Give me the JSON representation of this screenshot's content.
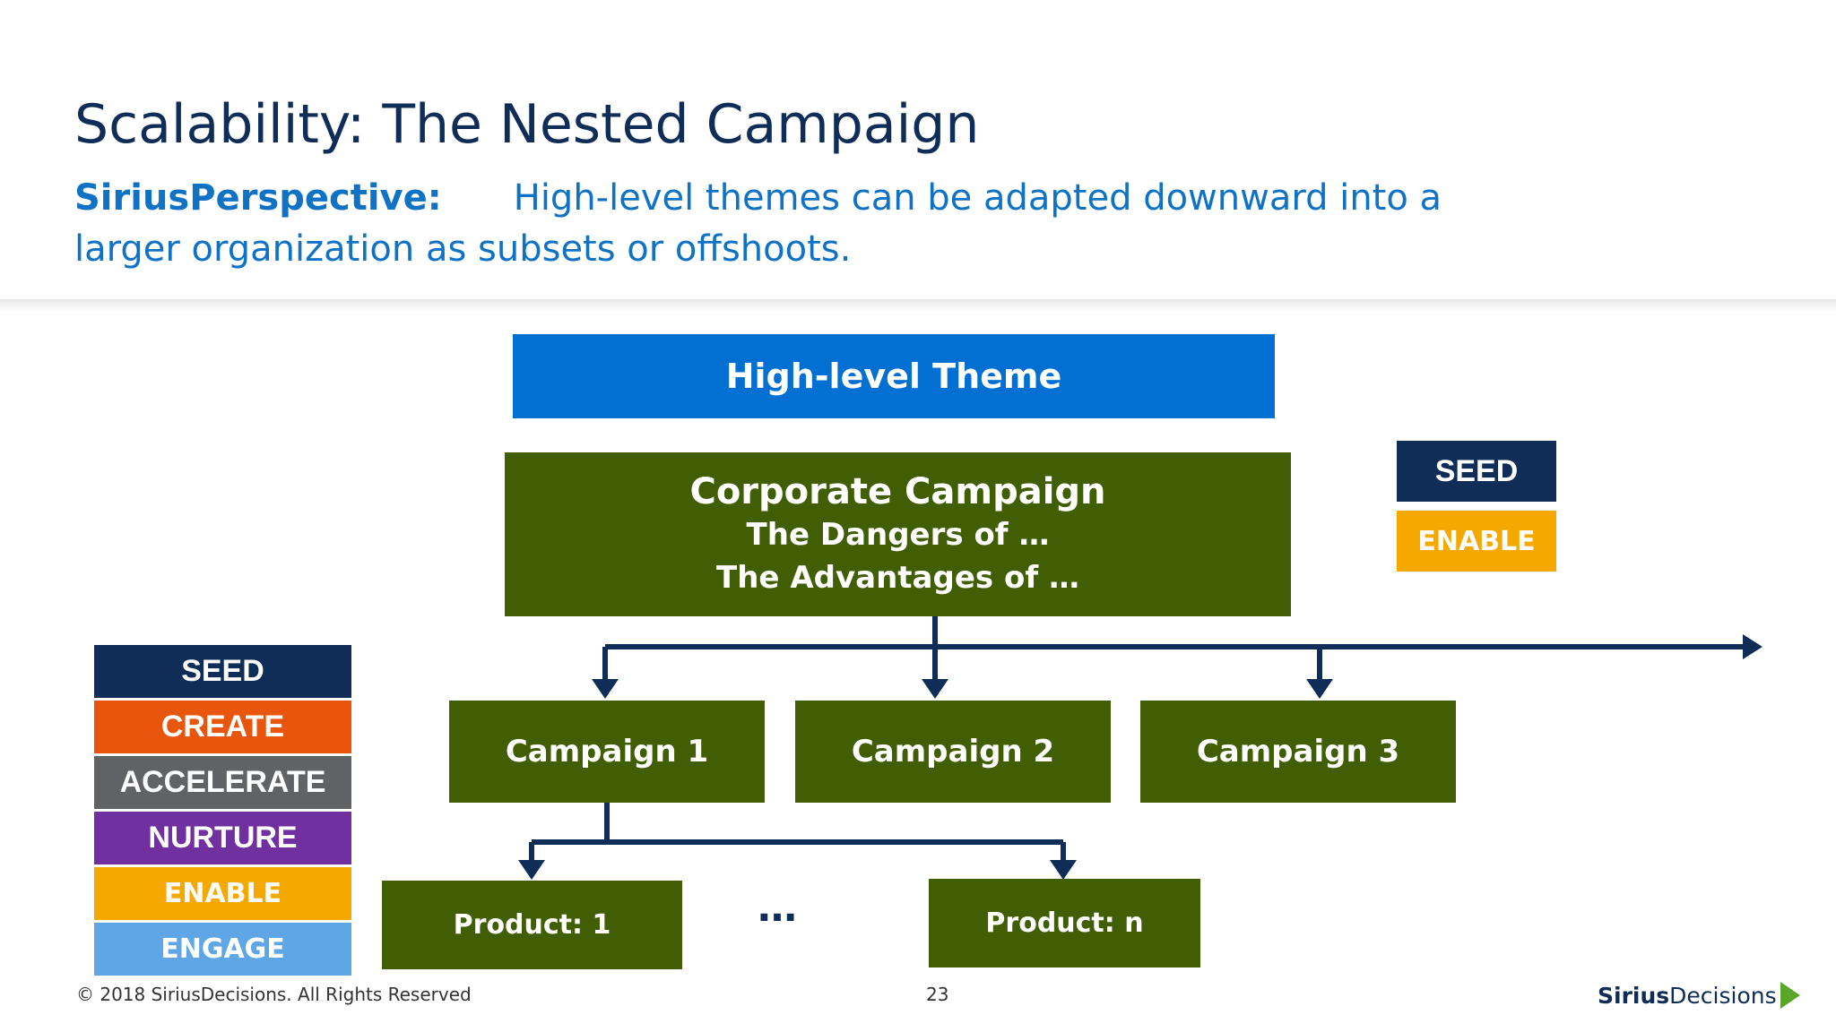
{
  "header": {
    "title": "Scalability: The Nested Campaign",
    "perspective_label": "SiriusPerspective:",
    "perspective_text": "High-level themes can be adapted downward into a larger organization as subsets or offshoots."
  },
  "diagram": {
    "theme": "High-level Theme",
    "corporate": {
      "title": "Corporate Campaign",
      "line1": "The Dangers of …",
      "line2": "The Advantages of …"
    },
    "campaigns": [
      "Campaign 1",
      "Campaign 2",
      "Campaign 3"
    ],
    "products": [
      "Product: 1",
      "Product: n"
    ],
    "ellipsis": "…",
    "key": {
      "seed": "SEED",
      "enable": "ENABLE"
    }
  },
  "legend": {
    "items": [
      {
        "label": "SEED",
        "color": "#0f2d57"
      },
      {
        "label": "CREATE",
        "color": "#e8560e"
      },
      {
        "label": "ACCELERATE",
        "color": "#616265"
      },
      {
        "label": "NURTURE",
        "color": "#7030a0"
      },
      {
        "label": "ENABLE",
        "color": "#f5a800"
      },
      {
        "label": "ENGAGE",
        "color": "#5fa6e6"
      }
    ]
  },
  "footer": {
    "copyright": "© 2018 SiriusDecisions. All Rights Reserved",
    "page_number": "23",
    "brand_bold": "Sirius",
    "brand_regular": "Decisions"
  },
  "colors": {
    "navy": "#0f2d57",
    "blue": "#0170d2",
    "green": "#415e05",
    "orange": "#f5a800",
    "brand_arrow": "#5aa628"
  }
}
